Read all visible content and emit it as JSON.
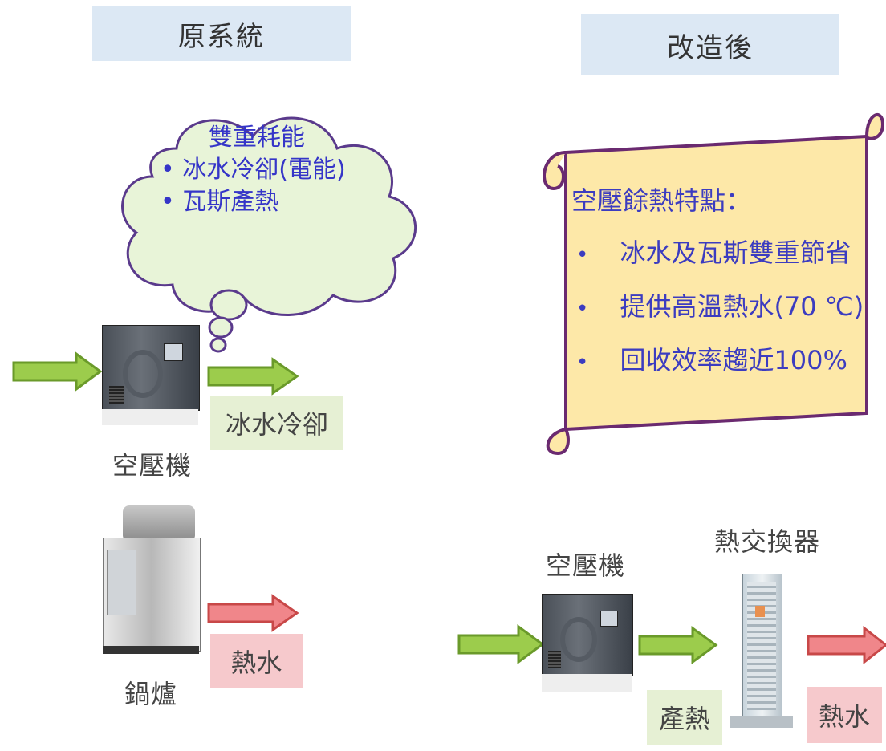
{
  "left": {
    "header": "原系統",
    "cloud": {
      "title": "雙重耗能",
      "items": [
        "冰水冷卻(電能)",
        "瓦斯產熱"
      ]
    },
    "compressor_label": "空壓機",
    "cooling_tag": "冰水冷卻",
    "boiler_label": "鍋爐",
    "hotwater_tag": "熱水"
  },
  "right": {
    "header": "改造後",
    "scroll": {
      "title": "空壓餘熱特點：",
      "items": [
        "冰水及瓦斯雙重節省",
        "提供高溫熱水(70 ℃)",
        "回收效率趨近100%"
      ]
    },
    "compressor_label": "空壓機",
    "exchanger_label": "熱交換器",
    "heat_tag": "產熱",
    "hotwater_tag": "熱水"
  },
  "colors": {
    "header_bg": "#dce8f4",
    "green_arrow": "#9ccc4c",
    "red_arrow": "#f0868a",
    "cloud_fill": "#e8f4d8",
    "scroll_fill": "#fde8a8",
    "text_blue": "#3535c8"
  }
}
